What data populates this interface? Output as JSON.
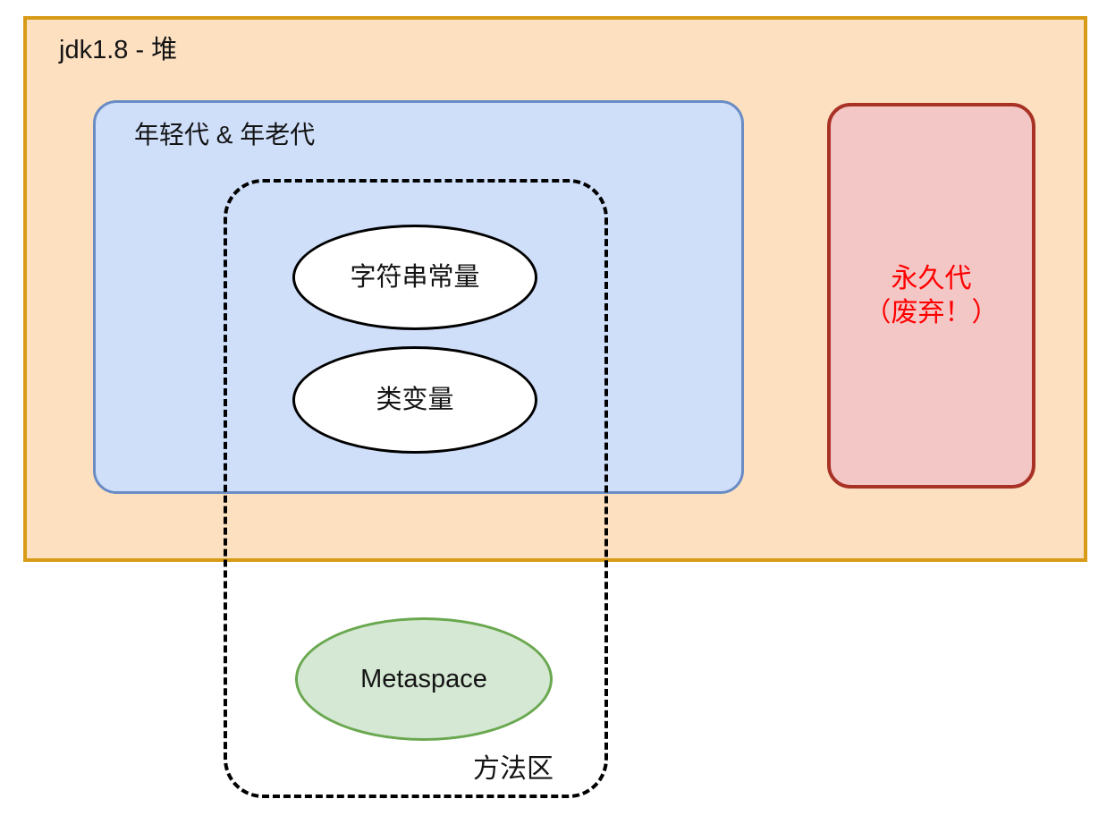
{
  "diagram": {
    "title": "jdk1.8 - 堆",
    "heap": {
      "label": "jdk1.8 - 堆",
      "fill_color": "#fce0c0",
      "border_color": "#d79b18"
    },
    "generation_box": {
      "label": "年轻代 & 年老代",
      "fill_color": "#cfdffa",
      "border_color": "#6a8cc4"
    },
    "method_area": {
      "label": "方法区",
      "border_style": "dashed",
      "border_color": "#000000"
    },
    "nodes": [
      {
        "id": "string-constant-pool",
        "label": "字符串常量",
        "shape": "ellipse",
        "fill_color": "#ffffff",
        "border_color": "#000000"
      },
      {
        "id": "class-variable",
        "label": "类变量",
        "shape": "ellipse",
        "fill_color": "#ffffff",
        "border_color": "#000000"
      },
      {
        "id": "metaspace",
        "label": "Metaspace",
        "shape": "ellipse",
        "fill_color": "#d5e8d4",
        "border_color": "#6aa84f"
      }
    ],
    "permanent_generation": {
      "label_line1": "永久代",
      "label_line2": "（废弃！）",
      "fill_color": "#f4c7c7",
      "border_color": "#a93226",
      "text_color": "#ff0000"
    }
  }
}
